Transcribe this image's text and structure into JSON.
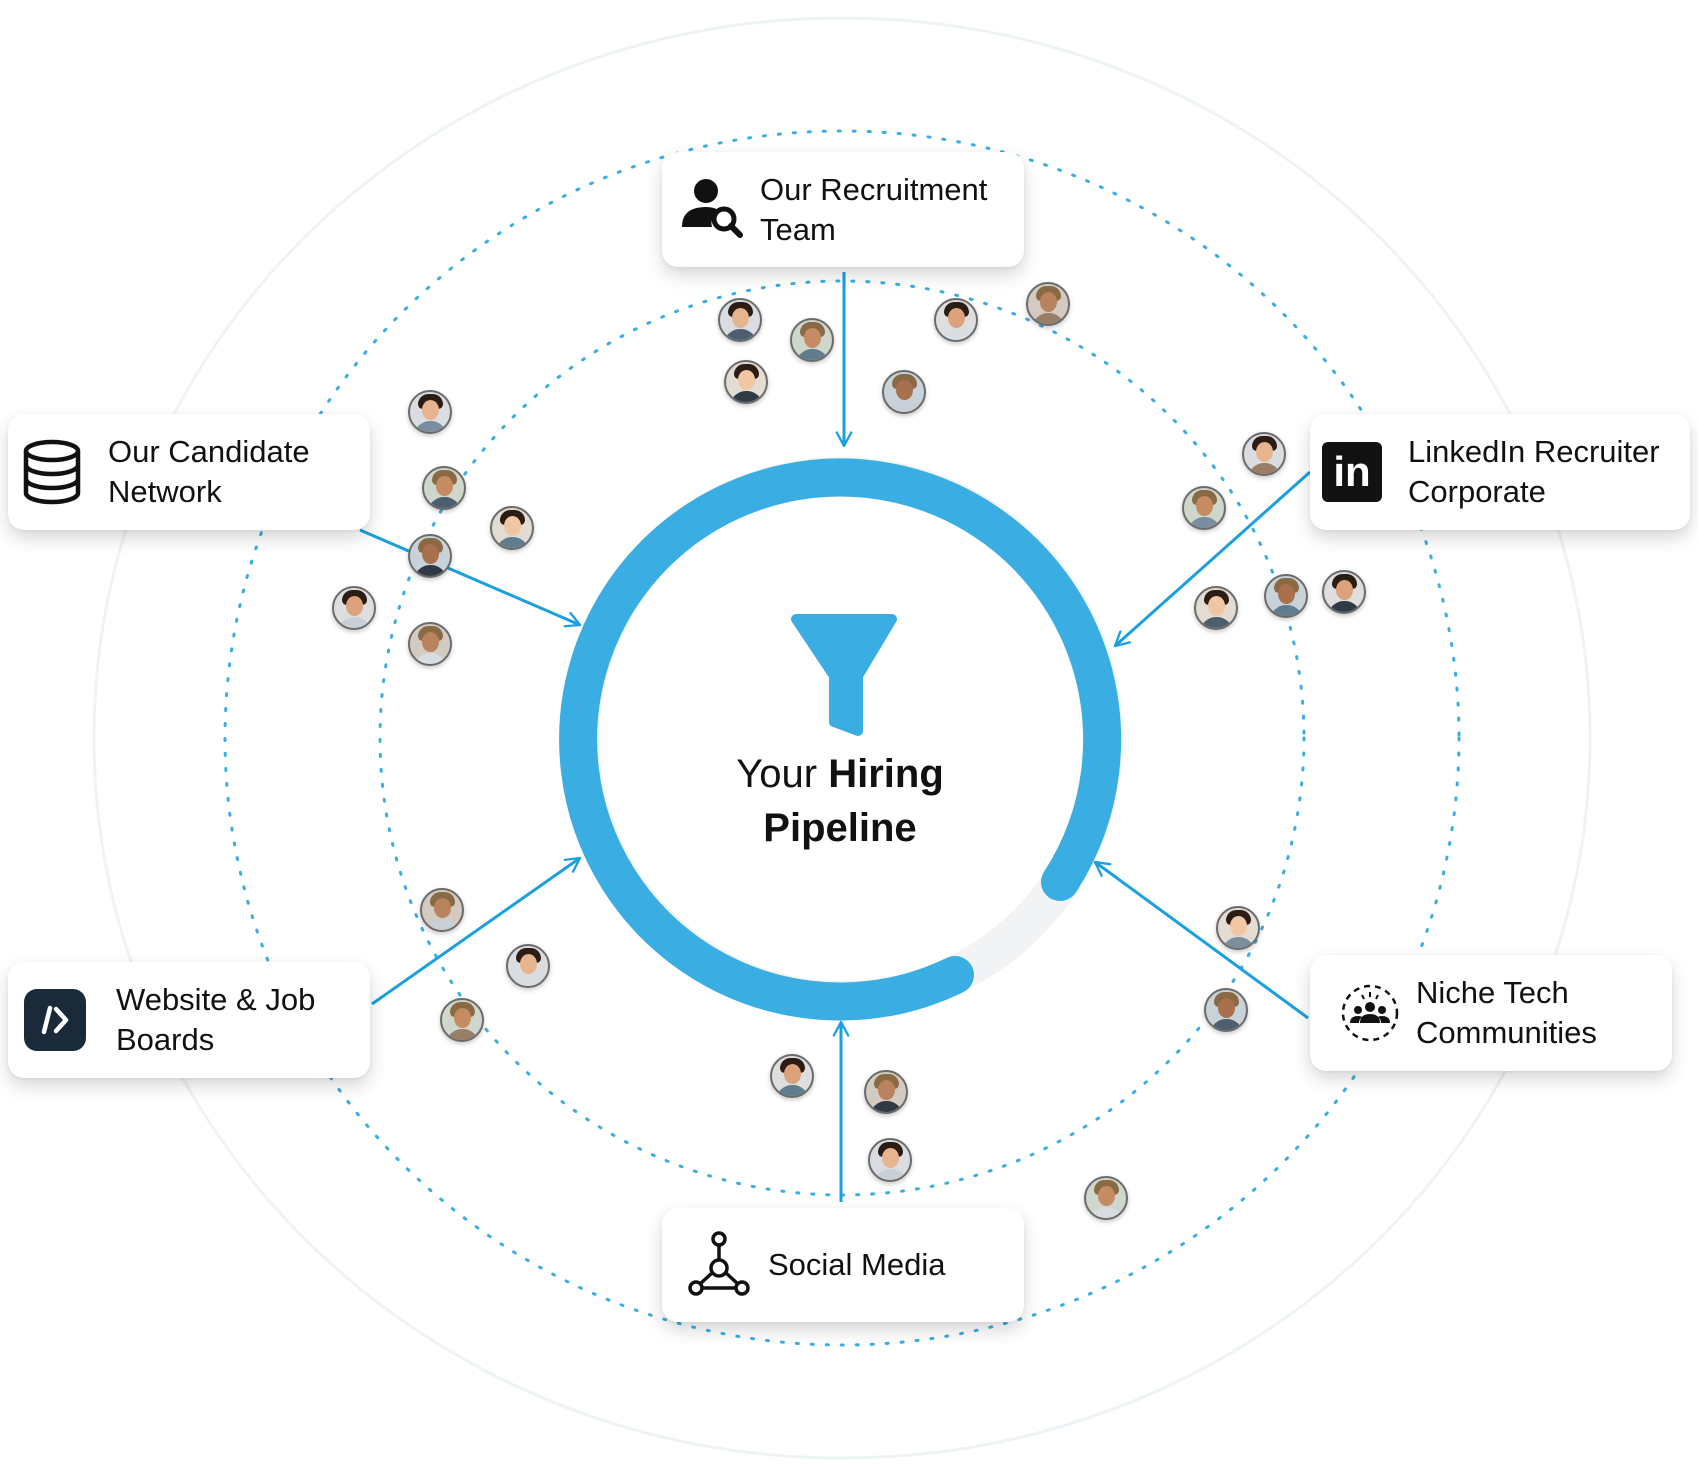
{
  "center": {
    "title_light": "Your",
    "title_bold_1": "Hiring",
    "title_bold_2": "Pipeline",
    "accent_color": "#3aaee2"
  },
  "sources": {
    "recruitment": {
      "line1": "Our Recruitment",
      "line2": "Team",
      "icon": "person-search-icon"
    },
    "linkedin": {
      "line1": "LinkedIn Recruiter",
      "line2": "Corporate",
      "icon": "linkedin-icon"
    },
    "network": {
      "line1": "Our Candidate",
      "line2": "Network",
      "icon": "database-icon"
    },
    "website": {
      "line1": "Website & Job",
      "line2": "Boards",
      "icon": "code-icon"
    },
    "niche": {
      "line1": "Niche Tech",
      "line2": "Communities",
      "icon": "community-icon"
    },
    "social": {
      "line1": "Social Media",
      "icon": "share-nodes-icon"
    }
  },
  "colors": {
    "accent": "#3aaee2",
    "outer_circle": "#eef3f6",
    "text": "#111111",
    "icon_dark": "#1b2a38"
  },
  "linkedin_glyph": "in",
  "candidate_count": 26
}
